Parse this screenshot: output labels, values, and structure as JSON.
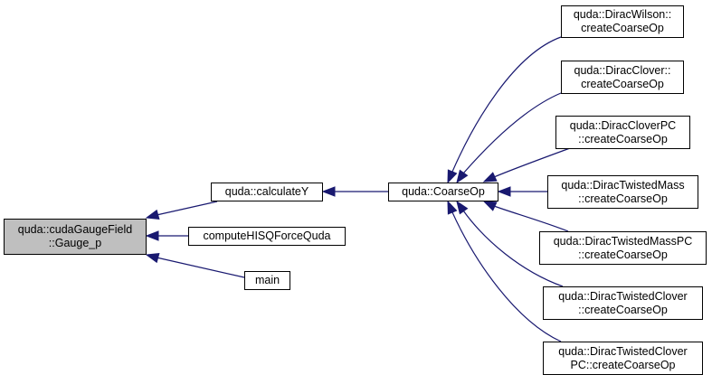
{
  "graph": {
    "type": "caller-graph",
    "edge_color": "#191970",
    "focus_fill": "#bfbfbf",
    "nodes": [
      {
        "id": "gauge_p",
        "lines": [
          "quda::cudaGaugeField",
          "::Gauge_p"
        ],
        "focus": true
      },
      {
        "id": "calculateY",
        "lines": [
          "quda::calculateY"
        ]
      },
      {
        "id": "computeHISQ",
        "lines": [
          "computeHISQForceQuda"
        ]
      },
      {
        "id": "main",
        "lines": [
          "main"
        ]
      },
      {
        "id": "coarseOp",
        "lines": [
          "quda::CoarseOp"
        ]
      },
      {
        "id": "wilson",
        "lines": [
          "quda::DiracWilson::",
          "createCoarseOp"
        ]
      },
      {
        "id": "clover",
        "lines": [
          "quda::DiracClover::",
          "createCoarseOp"
        ]
      },
      {
        "id": "cloverPC",
        "lines": [
          "quda::DiracCloverPC",
          "::createCoarseOp"
        ]
      },
      {
        "id": "twistedMass",
        "lines": [
          "quda::DiracTwistedMass",
          "::createCoarseOp"
        ]
      },
      {
        "id": "twistedMassPC",
        "lines": [
          "quda::DiracTwistedMassPC",
          "::createCoarseOp"
        ]
      },
      {
        "id": "twistedClover",
        "lines": [
          "quda::DiracTwistedClover",
          "::createCoarseOp"
        ]
      },
      {
        "id": "twistedCloverPC",
        "lines": [
          "quda::DiracTwistedClover",
          "PC::createCoarseOp"
        ]
      }
    ],
    "edges": [
      {
        "from": "calculateY",
        "to": "gauge_p"
      },
      {
        "from": "computeHISQ",
        "to": "gauge_p"
      },
      {
        "from": "main",
        "to": "gauge_p"
      },
      {
        "from": "coarseOp",
        "to": "calculateY"
      },
      {
        "from": "wilson",
        "to": "coarseOp"
      },
      {
        "from": "clover",
        "to": "coarseOp"
      },
      {
        "from": "cloverPC",
        "to": "coarseOp"
      },
      {
        "from": "twistedMass",
        "to": "coarseOp"
      },
      {
        "from": "twistedMassPC",
        "to": "coarseOp"
      },
      {
        "from": "twistedClover",
        "to": "coarseOp"
      },
      {
        "from": "twistedCloverPC",
        "to": "coarseOp"
      }
    ]
  }
}
